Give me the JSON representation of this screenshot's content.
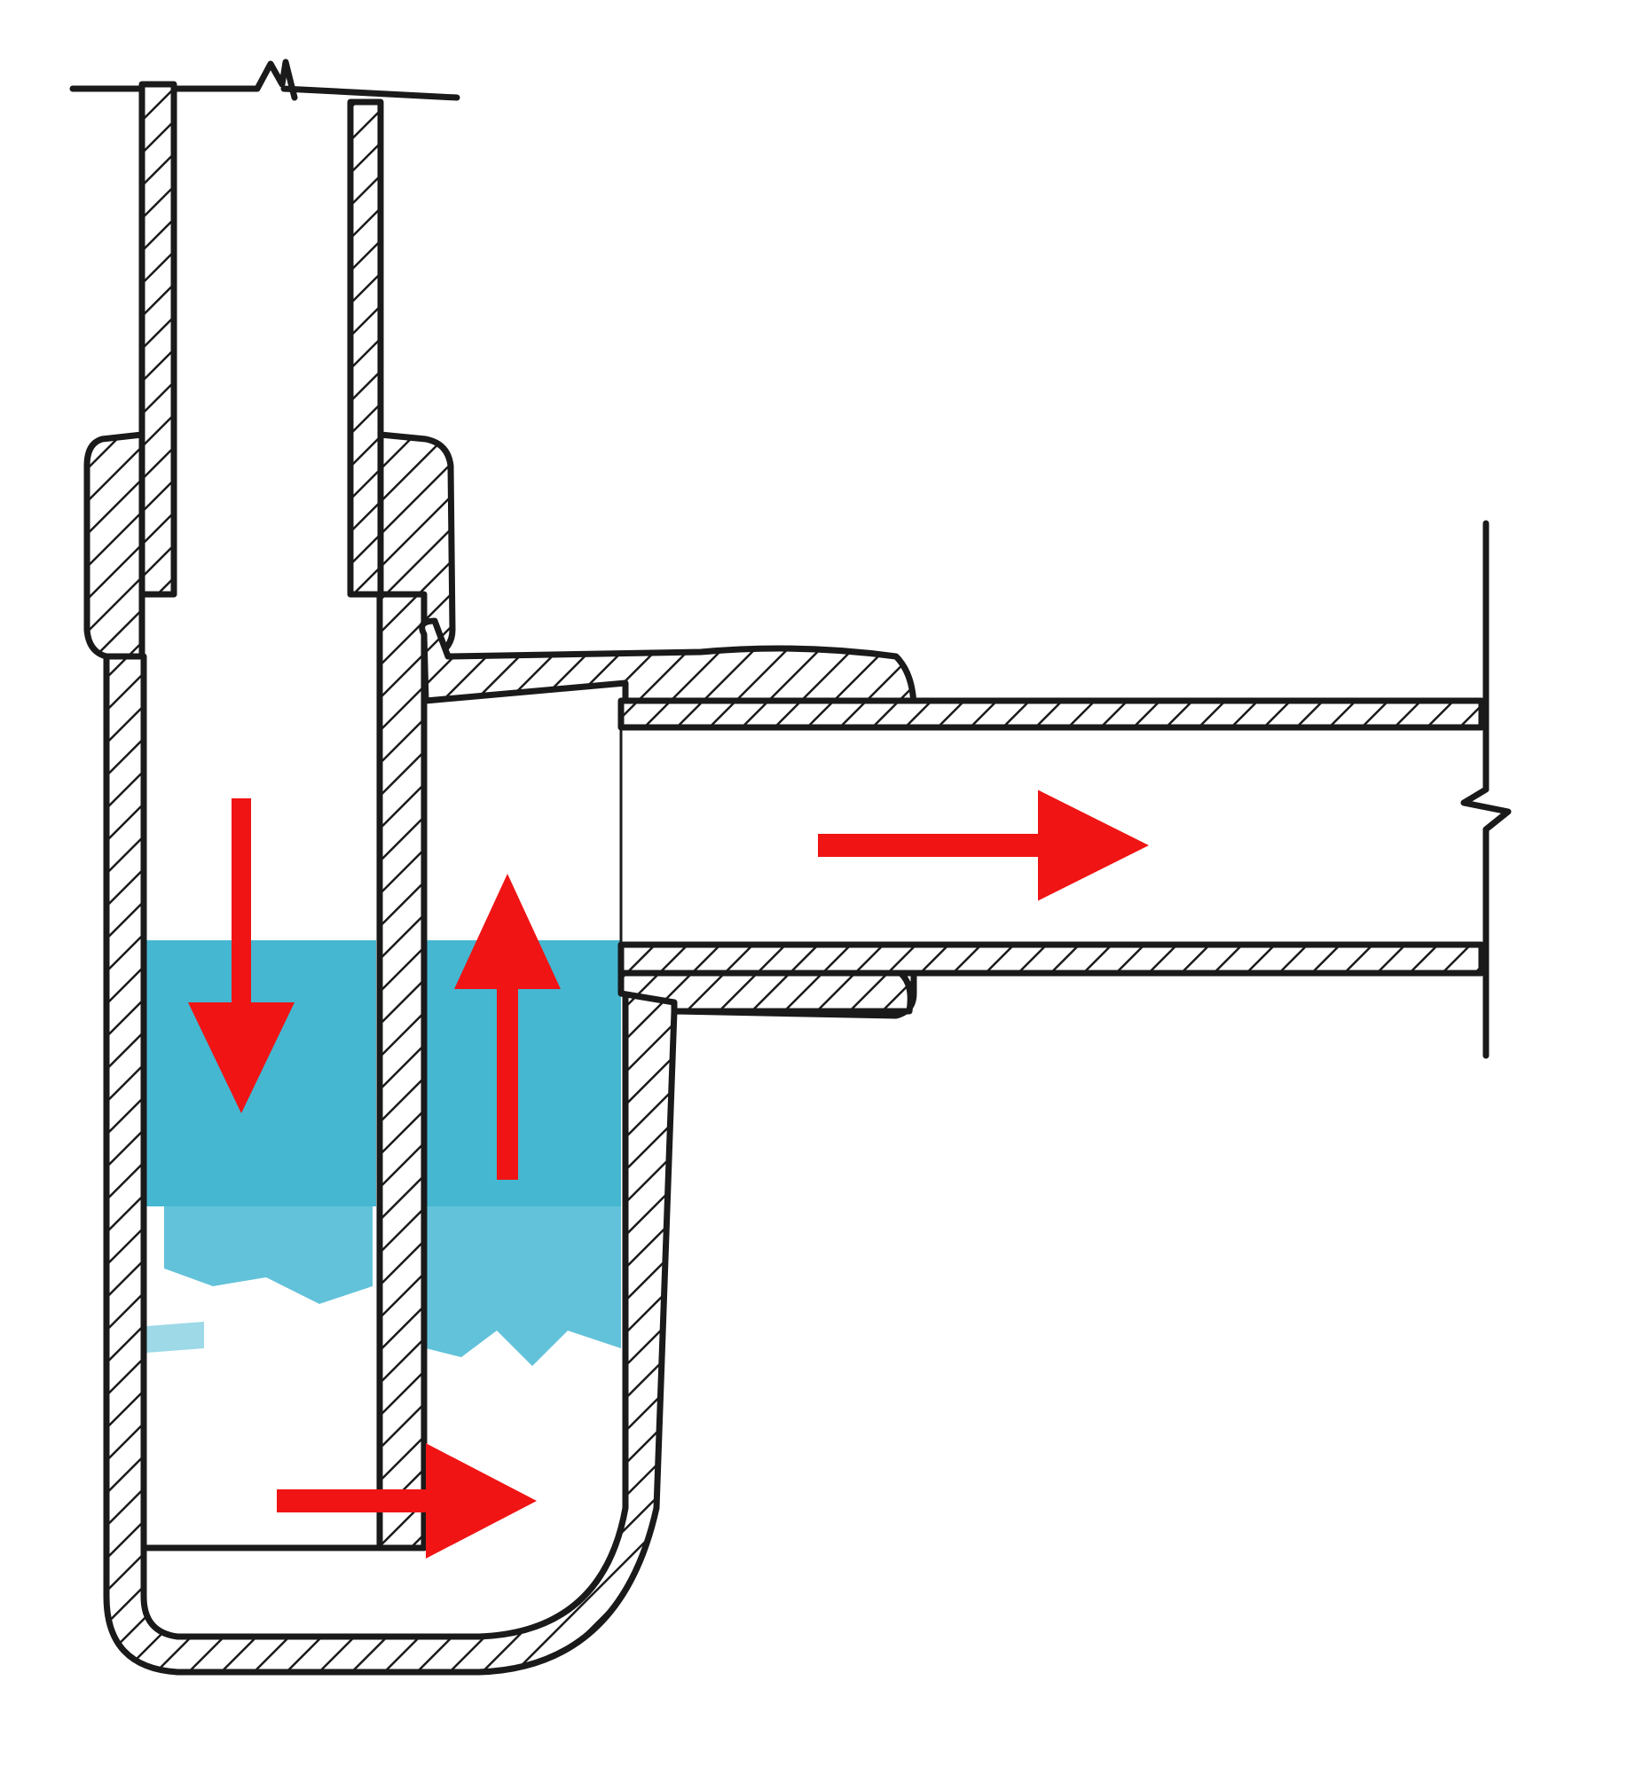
{
  "diagram": {
    "subject": "bottle-trap",
    "colors": {
      "ink": "#1a1a1a",
      "water": "#3bb3cf",
      "arrow": "#f01414",
      "paper": "#ffffff"
    },
    "flow_arrows": [
      {
        "name": "flow-down-arrow",
        "direction": "down"
      },
      {
        "name": "flow-across-bottom-arrow",
        "direction": "right"
      },
      {
        "name": "flow-up-arrow",
        "direction": "up"
      },
      {
        "name": "flow-out-arrow",
        "direction": "right"
      }
    ]
  }
}
